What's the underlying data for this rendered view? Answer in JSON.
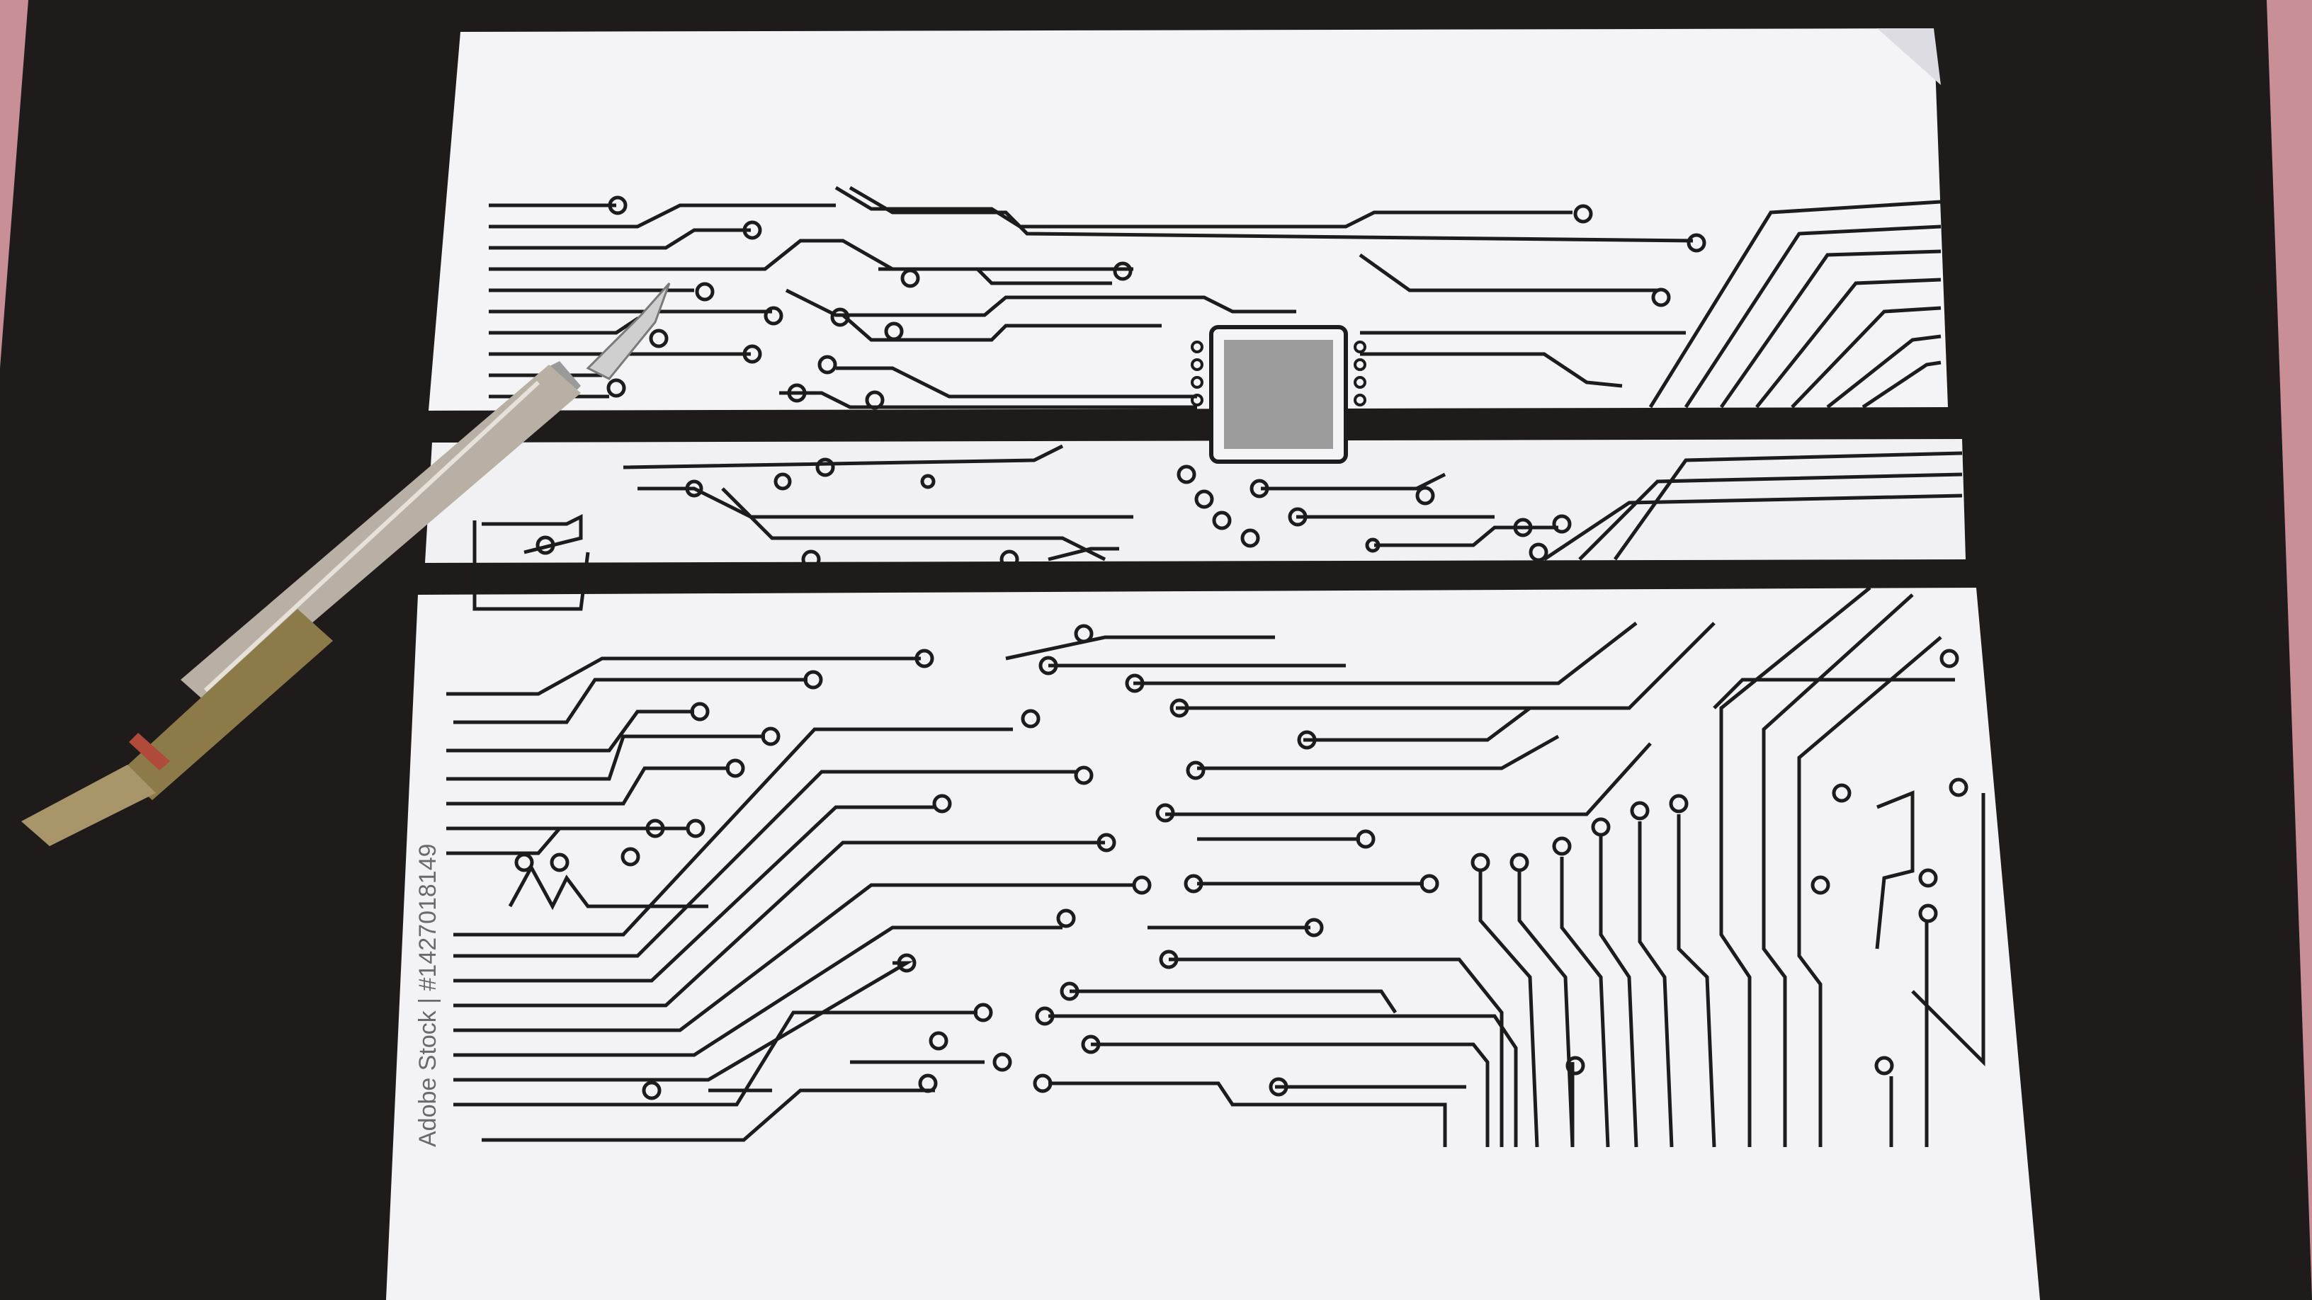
{
  "scene": {
    "description_subjects": [
      "circuit-board-printout",
      "craft-knife",
      "cutting-mat",
      "pink-towel"
    ],
    "watermark": "Adobe Stock | #1427018149"
  },
  "colors": {
    "towel": "#c98f96",
    "mat": "#1f1b1b",
    "paper": "#f4f4f6",
    "trace": "#1c1c1c",
    "chip": "#9c9c9c",
    "knife_handle": "#b8b0a4",
    "knife_grip": "#8c7a48"
  },
  "icons": [
    "craft-knife-icon",
    "microchip-icon"
  ]
}
